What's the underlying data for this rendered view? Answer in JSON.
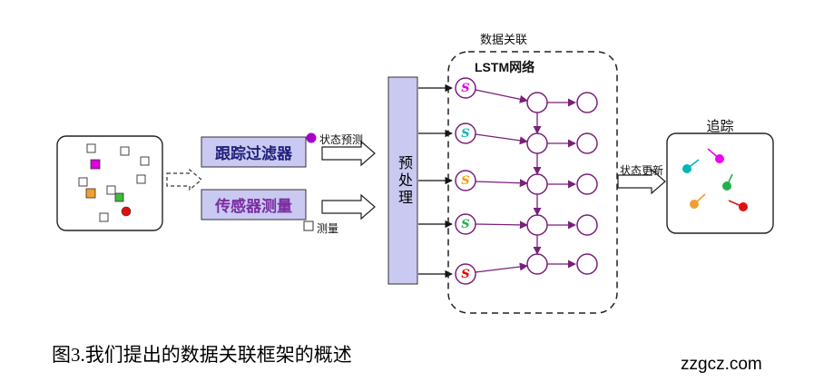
{
  "figure": {
    "boxes": {
      "tracking_filter": "跟踪过滤器",
      "sensor_measurement": "传感器测量",
      "preprocess": "预处理"
    },
    "association": {
      "title": "数据关联",
      "network": "LSTM网络"
    },
    "labels": {
      "state_prediction": "状态预测",
      "measurement": "测量",
      "state_update": "状态更新",
      "tracking": "追踪"
    },
    "s_nodes": [
      {
        "label": "S",
        "color": "#dd00dd"
      },
      {
        "label": "S",
        "color": "#00b7b7"
      },
      {
        "label": "S",
        "color": "#f59a00"
      },
      {
        "label": "S",
        "color": "#22b14c"
      },
      {
        "label": "S",
        "color": "#e00000"
      }
    ],
    "scene_targets": [
      {
        "shape": "square",
        "color": "#dd00dd"
      },
      {
        "shape": "square",
        "color": "#f0a030"
      },
      {
        "shape": "square",
        "color": "#3dbb3d"
      },
      {
        "shape": "circle",
        "color": "#e01010"
      }
    ],
    "tracks": [
      {
        "color": "#ee00ee"
      },
      {
        "color": "#00b7b7"
      },
      {
        "color": "#22b14c"
      },
      {
        "color": "#f0a030"
      },
      {
        "color": "#e01010"
      }
    ],
    "colors": {
      "box_fill": "#c9c9f2",
      "network_arrow": "#7a1f7a"
    },
    "caption": "图3.我们提出的数据关联框架的概述",
    "watermark": "zzgcz.com"
  }
}
